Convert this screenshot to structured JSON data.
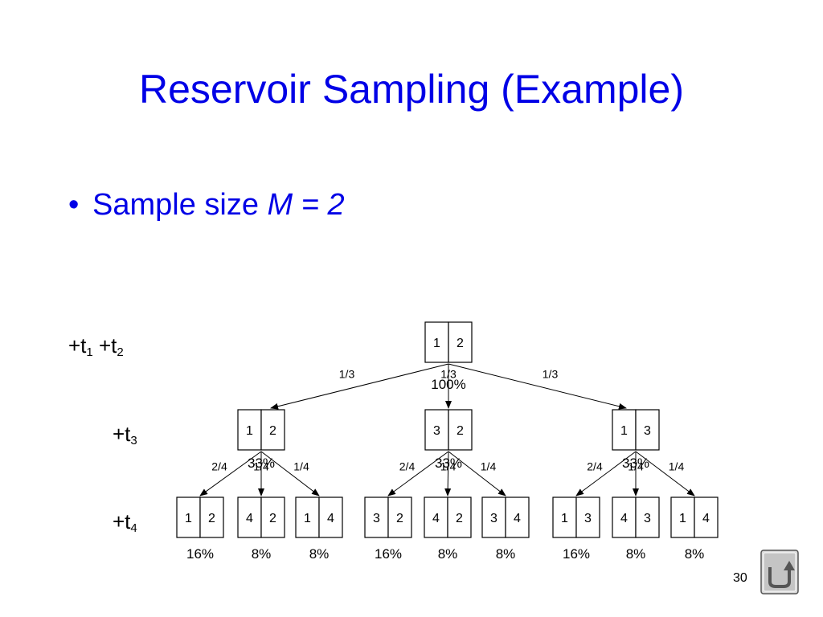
{
  "slide": {
    "title": "Reservoir Sampling (Example)",
    "bullet_prefix": "Sample size ",
    "bullet_var": "M",
    "bullet_eq": " = 2",
    "page_number": "30"
  },
  "row_labels": {
    "t1t2": {
      "a": "+t",
      "a_sub": "1",
      "b": " +t",
      "b_sub": "2"
    },
    "t3": {
      "a": "+t",
      "a_sub": "3"
    },
    "t4": {
      "a": "+t",
      "a_sub": "4"
    }
  },
  "tree": {
    "root": {
      "cells": [
        "1",
        "2"
      ],
      "pct": "100%"
    },
    "level1": [
      {
        "cells": [
          "1",
          "2"
        ],
        "prob": "1/3",
        "pct": "33%"
      },
      {
        "cells": [
          "3",
          "2"
        ],
        "prob": "1/3",
        "pct": "33%"
      },
      {
        "cells": [
          "1",
          "3"
        ],
        "prob": "1/3",
        "pct": "33%"
      }
    ],
    "level2": [
      {
        "cells": [
          "1",
          "2"
        ],
        "prob": "2/4",
        "pct": "16%",
        "parent": 0
      },
      {
        "cells": [
          "4",
          "2"
        ],
        "prob": "1/4",
        "pct": "8%",
        "parent": 0
      },
      {
        "cells": [
          "1",
          "4"
        ],
        "prob": "1/4",
        "pct": "8%",
        "parent": 0
      },
      {
        "cells": [
          "3",
          "2"
        ],
        "prob": "2/4",
        "pct": "16%",
        "parent": 1
      },
      {
        "cells": [
          "4",
          "2"
        ],
        "prob": "1/4",
        "pct": "8%",
        "parent": 1
      },
      {
        "cells": [
          "3",
          "4"
        ],
        "prob": "1/4",
        "pct": "8%",
        "parent": 1
      },
      {
        "cells": [
          "1",
          "3"
        ],
        "prob": "2/4",
        "pct": "16%",
        "parent": 2
      },
      {
        "cells": [
          "4",
          "3"
        ],
        "prob": "1/4",
        "pct": "8%",
        "parent": 2
      },
      {
        "cells": [
          "1",
          "4"
        ],
        "prob": "1/4",
        "pct": "8%",
        "parent": 2
      }
    ]
  },
  "icons": {
    "home": "return-arrow-icon"
  }
}
